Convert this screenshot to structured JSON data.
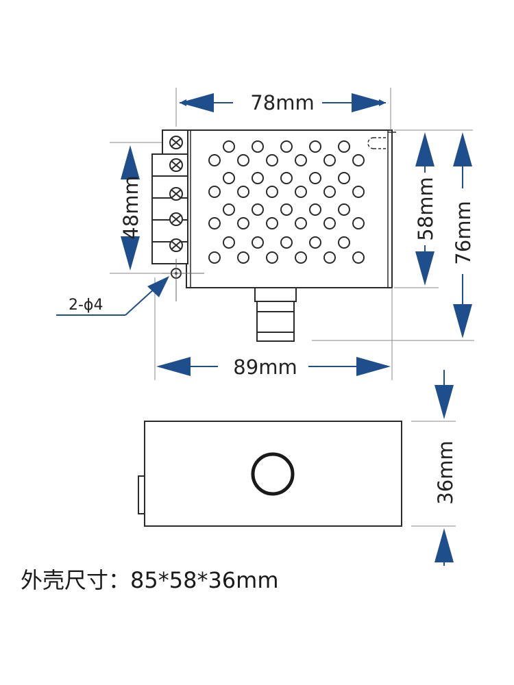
{
  "colors": {
    "line": "#2a2a2a",
    "dimension_line": "#888888",
    "arrow": "#1f4e8c",
    "text": "#222222"
  },
  "top_view": {
    "dim_top_width": "78mm",
    "dim_bottom_width": "89mm",
    "dim_left_height": "48mm",
    "dim_right_inner_height": "58mm",
    "dim_right_outer_height": "76mm",
    "hole_note": "2-ϕ4"
  },
  "side_view": {
    "dim_height": "36mm"
  },
  "caption": "外壳尺寸：85*58*36mm"
}
